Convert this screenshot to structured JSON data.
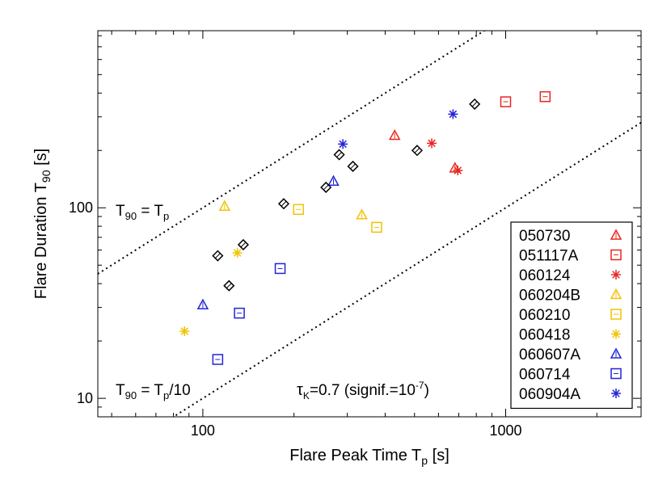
{
  "chart_data": {
    "type": "scatter",
    "xlabel": "Flare Peak Time T",
    "xlabel_sub": "p",
    "xlabel_unit": "[s]",
    "ylabel": "Flare Duration T",
    "ylabel_sub": "90",
    "ylabel_unit": "[s]",
    "xscale": "log",
    "yscale": "log",
    "xlim": [
      45,
      2800
    ],
    "ylim": [
      8,
      850
    ],
    "xticks": [
      {
        "value": 100,
        "label": "100"
      },
      {
        "value": 1000,
        "label": "1000"
      }
    ],
    "yticks": [
      {
        "value": 10,
        "label": "10"
      },
      {
        "value": 100,
        "label": "100"
      }
    ],
    "grid": false,
    "legend_position": "bottom-right",
    "lines": [
      {
        "label_main": "T",
        "label_sub": "90",
        "label_rest": " = T",
        "label_sub2": "p",
        "label_tail": "",
        "style": "dotted",
        "factor": 1
      },
      {
        "label_main": "T",
        "label_sub": "90",
        "label_rest": " = T",
        "label_sub2": "p",
        "label_tail": "/10",
        "style": "dotted",
        "factor": 0.1
      }
    ],
    "annotation": {
      "tau": "τ",
      "tau_sub": "K",
      "text": "=0.7 (signif.=10",
      "sup": "-7",
      "close": ")"
    },
    "colors": {
      "red": "#e8251f",
      "yellow": "#f2c200",
      "blue": "#2323d8",
      "black": "#000000"
    },
    "series": [
      {
        "name": "050730",
        "marker": "triangle",
        "color": "#e8251f",
        "points": [
          [
            430,
            240
          ],
          [
            680,
            162
          ]
        ]
      },
      {
        "name": "051117A",
        "marker": "square",
        "color": "#e8251f",
        "points": [
          [
            1000,
            360
          ],
          [
            1350,
            383
          ]
        ]
      },
      {
        "name": "060124",
        "marker": "asterisk",
        "color": "#e8251f",
        "points": [
          [
            570,
            218
          ],
          [
            695,
            157
          ]
        ]
      },
      {
        "name": "060204B",
        "marker": "triangle",
        "color": "#f2c200",
        "points": [
          [
            118,
            102
          ],
          [
            335,
            92
          ]
        ]
      },
      {
        "name": "060210",
        "marker": "square",
        "color": "#f2c200",
        "points": [
          [
            207,
            98
          ],
          [
            375,
            79
          ]
        ]
      },
      {
        "name": "060418",
        "marker": "asterisk",
        "color": "#f2c200",
        "points": [
          [
            87,
            22.5
          ],
          [
            130,
            58
          ]
        ]
      },
      {
        "name": "060607A",
        "marker": "triangle",
        "color": "#2323d8",
        "points": [
          [
            100,
            31
          ],
          [
            270,
            138
          ]
        ]
      },
      {
        "name": "060714",
        "marker": "square",
        "color": "#2323d8",
        "points": [
          [
            112,
            16
          ],
          [
            132,
            28
          ],
          [
            180,
            48
          ]
        ]
      },
      {
        "name": "060904A",
        "marker": "asterisk",
        "color": "#2323d8",
        "points": [
          [
            290,
            216
          ],
          [
            670,
            310
          ]
        ]
      },
      {
        "name": "",
        "marker": "diamond",
        "color": "#000000",
        "in_legend": false,
        "points": [
          [
            112,
            56
          ],
          [
            136,
            64
          ],
          [
            122,
            39
          ],
          [
            185,
            105
          ],
          [
            255,
            128
          ],
          [
            282,
            190
          ],
          [
            313,
            165
          ],
          [
            510,
            200
          ],
          [
            790,
            350
          ]
        ]
      }
    ]
  }
}
